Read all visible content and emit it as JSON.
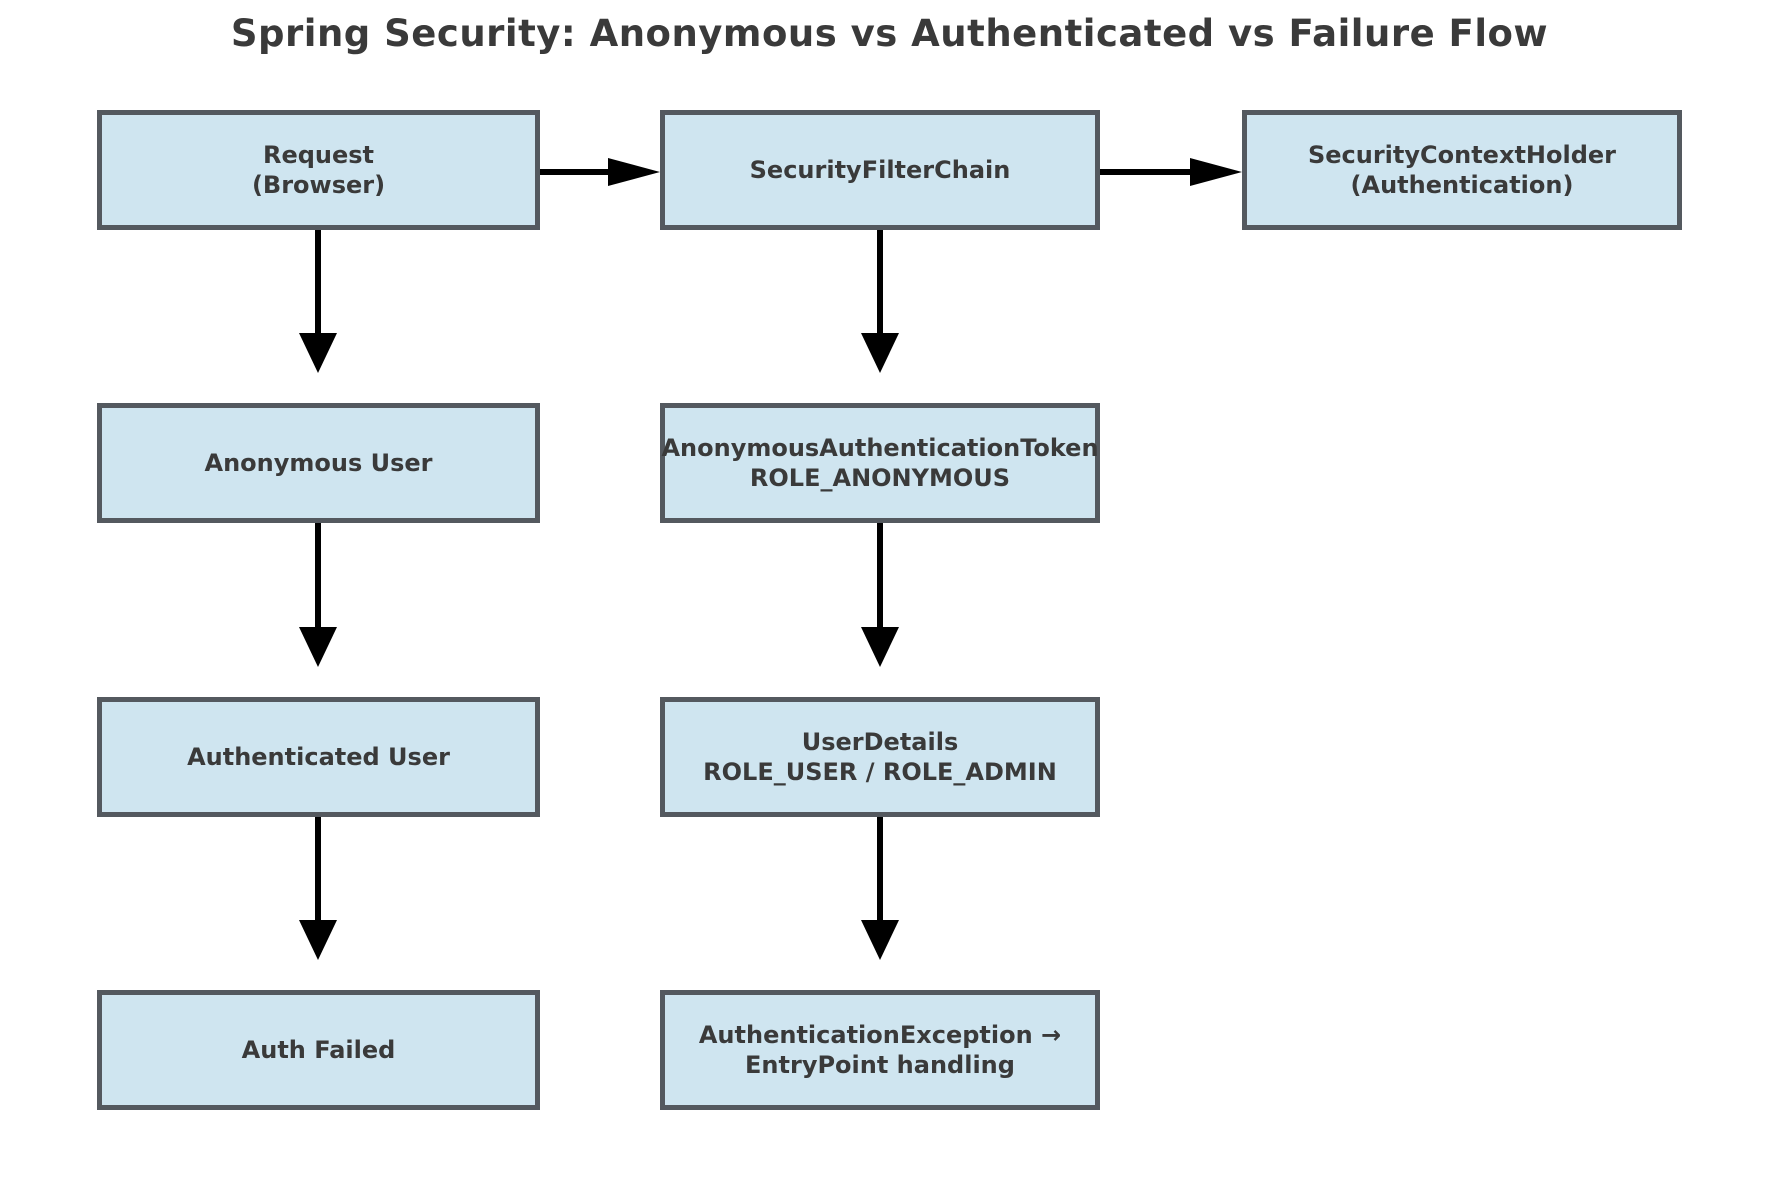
{
  "title": "Spring Security: Anonymous vs Authenticated vs Failure Flow",
  "colors": {
    "node_fill": "#cfe5f0",
    "node_border": "#54595f",
    "text": "#3a3a3a",
    "arrow": "#000000",
    "background": "#ffffff"
  },
  "nodes": {
    "request": {
      "lines": [
        "Request",
        "(Browser)"
      ]
    },
    "filter_chain": {
      "lines": [
        "SecurityFilterChain"
      ]
    },
    "context_holder": {
      "lines": [
        "SecurityContextHolder",
        "(Authentication)"
      ]
    },
    "anonymous_user": {
      "lines": [
        "Anonymous User"
      ]
    },
    "anon_token": {
      "lines": [
        "AnonymousAuthenticationToken",
        "ROLE_ANONYMOUS"
      ]
    },
    "authenticated_user": {
      "lines": [
        "Authenticated User"
      ]
    },
    "user_details": {
      "lines": [
        "UserDetails",
        "ROLE_USER / ROLE_ADMIN"
      ]
    },
    "auth_failed": {
      "lines": [
        "Auth Failed"
      ]
    },
    "auth_exception": {
      "lines": [
        "AuthenticationException →",
        "EntryPoint handling"
      ]
    }
  },
  "edges": [
    {
      "from": "request",
      "to": "filter_chain",
      "direction": "right"
    },
    {
      "from": "filter_chain",
      "to": "context_holder",
      "direction": "right"
    },
    {
      "from": "request",
      "to": "anonymous_user",
      "direction": "down"
    },
    {
      "from": "anonymous_user",
      "to": "authenticated_user",
      "direction": "down"
    },
    {
      "from": "authenticated_user",
      "to": "auth_failed",
      "direction": "down"
    },
    {
      "from": "filter_chain",
      "to": "anon_token",
      "direction": "down"
    },
    {
      "from": "anon_token",
      "to": "user_details",
      "direction": "down"
    },
    {
      "from": "user_details",
      "to": "auth_exception",
      "direction": "down"
    }
  ]
}
